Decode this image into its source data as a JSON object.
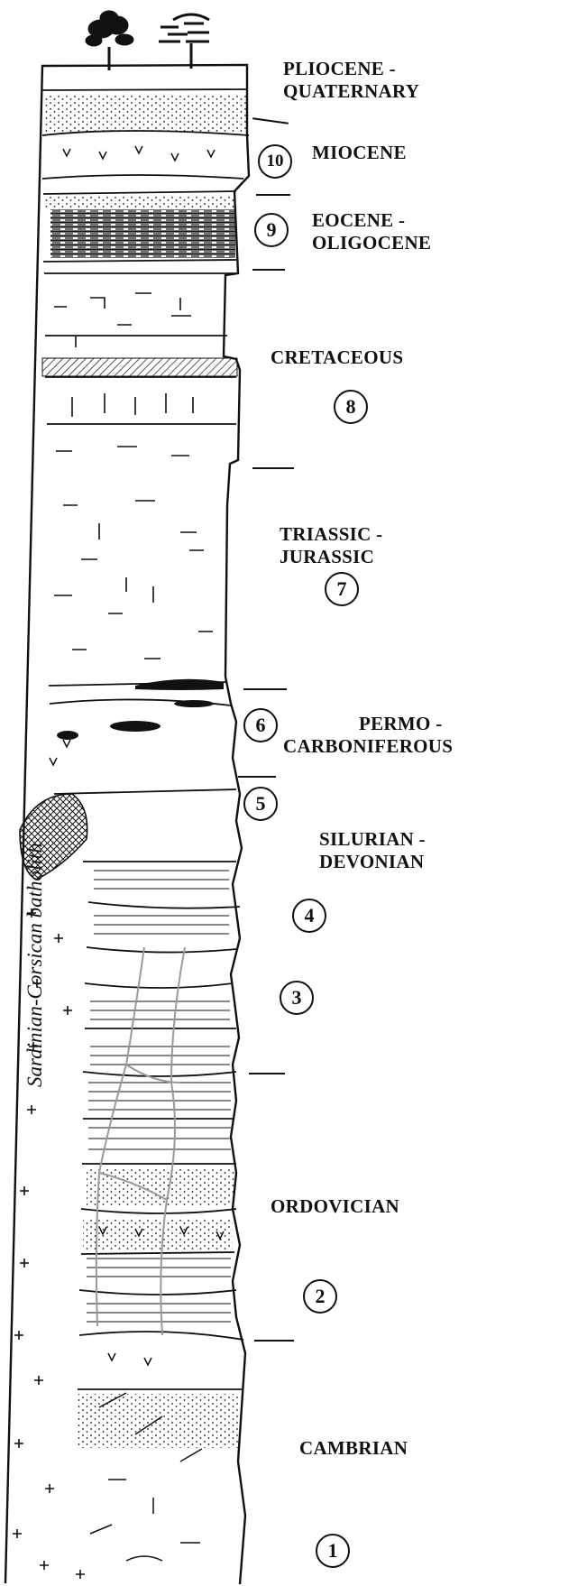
{
  "periods": {
    "pliocene_quaternary": [
      "PLIOCENE -",
      "QUATERNARY"
    ],
    "miocene": "MIOCENE",
    "eocene_oligocene": [
      "EOCENE -",
      "OLIGOCENE"
    ],
    "cretaceous": "CRETACEOUS",
    "triassic_jurassic": [
      "TRIASSIC -",
      "JURASSIC"
    ],
    "permo_carboniferous": [
      "PERMO -",
      "CARBONIFEROUS"
    ],
    "silurian_devonian": [
      "SILURIAN -",
      "DEVONIAN"
    ],
    "ordovician": "ORDOVICIAN",
    "cambrian": "CAMBRIAN"
  },
  "units": [
    "1",
    "2",
    "3",
    "4",
    "5",
    "6",
    "7",
    "8",
    "9",
    "10"
  ],
  "batholith_label": "Sardinian-Corsican batholith",
  "colors": {
    "ink": "#111111",
    "fill": "#ffffff",
    "vein": "#9a9a9a"
  }
}
